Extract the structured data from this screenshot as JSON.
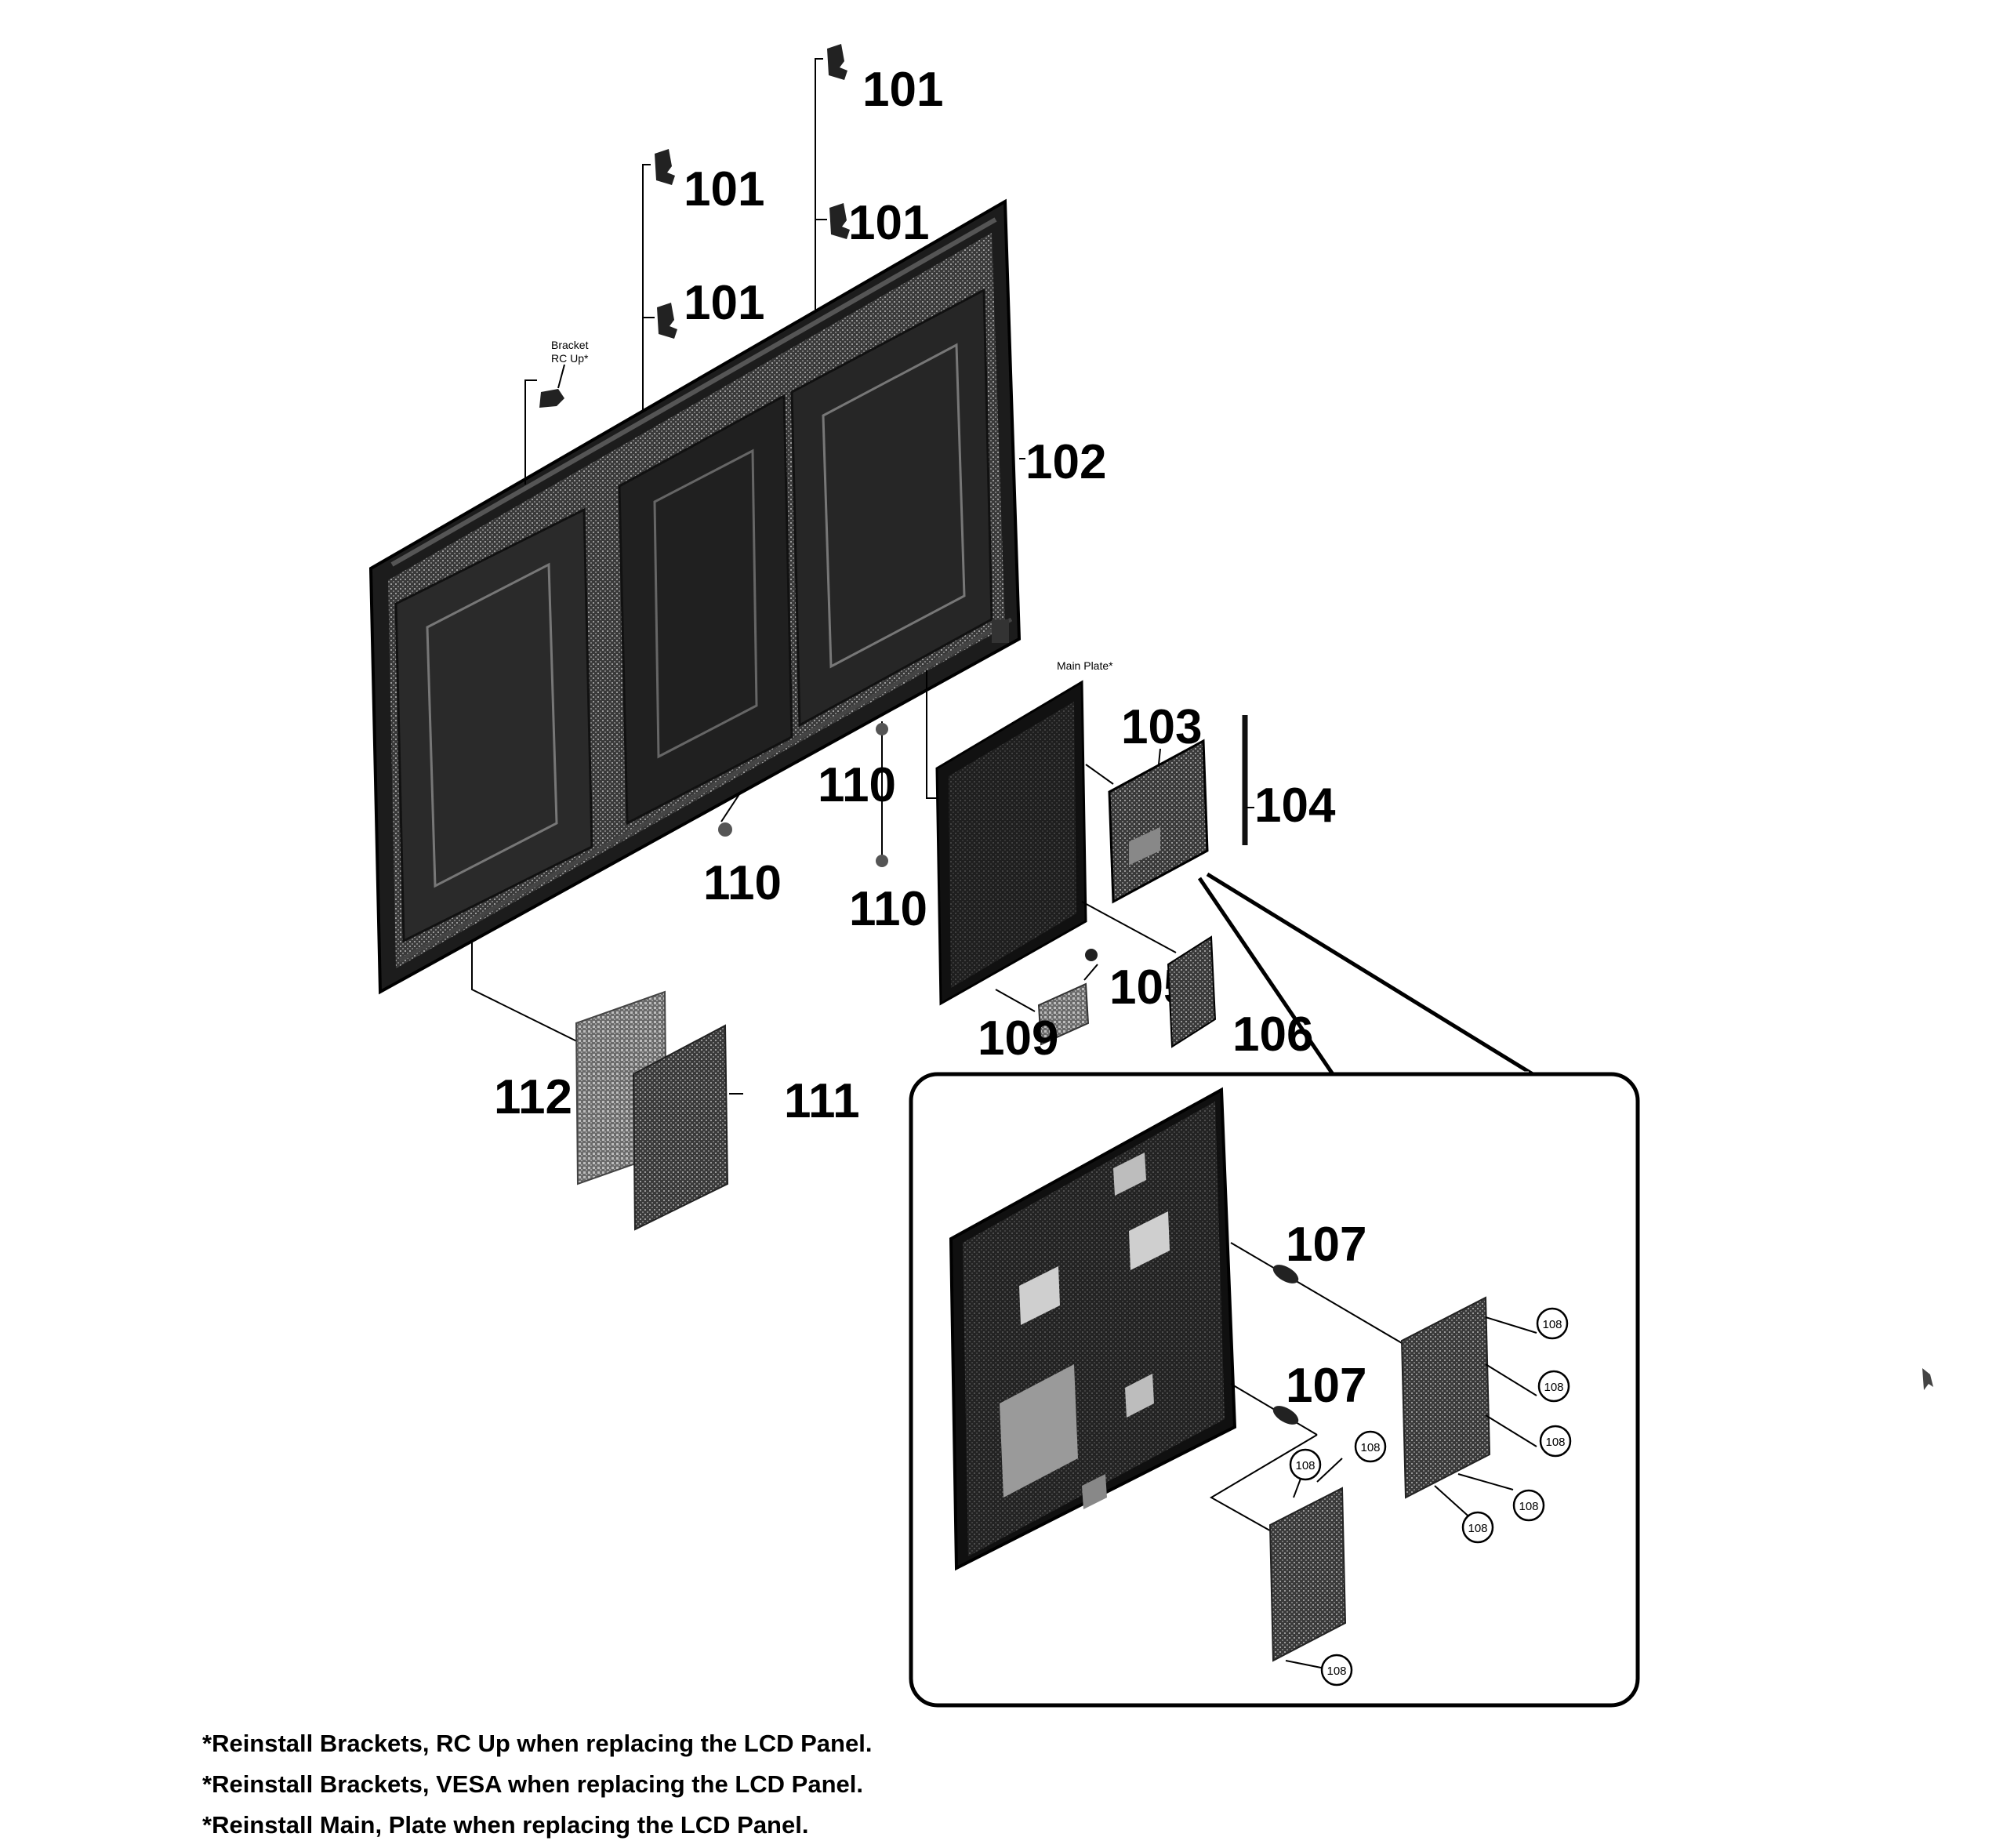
{
  "callouts": {
    "c101a": "101",
    "c101b": "101",
    "c101c": "101",
    "c101d": "101",
    "c102": "102",
    "c103": "103",
    "c104": "104",
    "c105": "105",
    "c106": "106",
    "c107a": "107",
    "c107b": "107",
    "c109": "109",
    "c110a": "110",
    "c110b": "110",
    "c110c": "110",
    "c111": "111",
    "c112": "112"
  },
  "small_labels": {
    "bracket_line1": "Bracket",
    "bracket_line2": "RC Up*",
    "main_plate": "Main Plate*"
  },
  "circled": {
    "n1": "108",
    "n2": "108",
    "n3": "108",
    "n4": "108",
    "n5": "108",
    "n6": "108",
    "n7": "108",
    "n8": "108"
  },
  "notes": [
    "*Reinstall Brackets, RC Up when replacing the LCD Panel.",
    "*Reinstall Brackets, VESA when replacing the LCD Panel.",
    "*Reinstall Main, Plate when replacing the LCD Panel."
  ],
  "colors": {
    "ink": "#000000",
    "dark_part": "#1a1a1a",
    "mid_part": "#555555",
    "light_part": "#8a8a8a",
    "background": "#ffffff"
  }
}
